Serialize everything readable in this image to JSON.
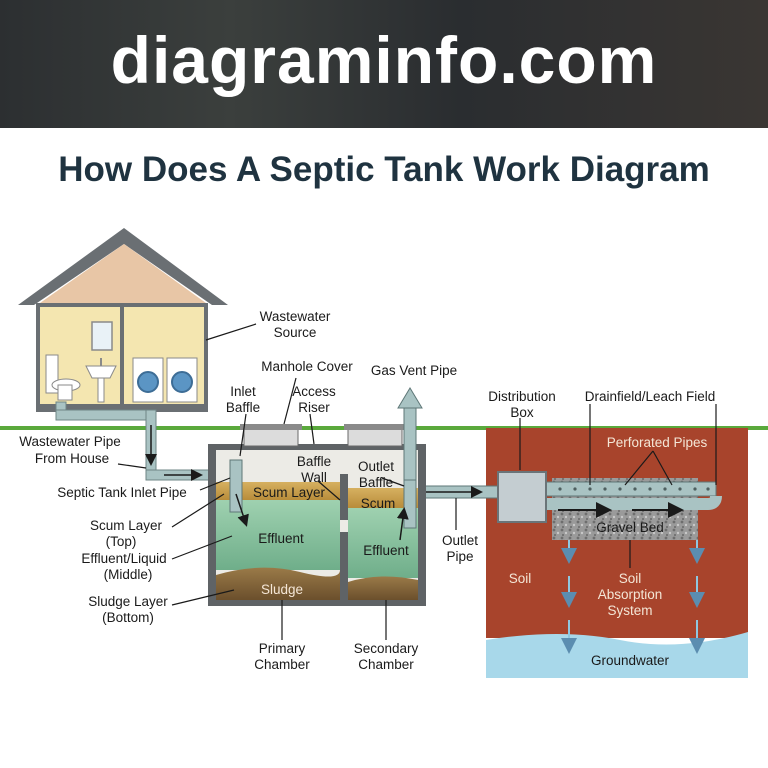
{
  "banner": {
    "site": "diagraminfo.com"
  },
  "title": "How Does A Septic Tank Work Diagram",
  "labels": {
    "wastewater_source": [
      "Wastewater",
      "Source"
    ],
    "manhole_cover": "Manhole Cover",
    "gas_vent_pipe": "Gas Vent Pipe",
    "inlet_baffle": [
      "Inlet",
      "Baffle"
    ],
    "access_riser": [
      "Access",
      "Riser"
    ],
    "distribution_box": [
      "Distribution",
      "Box"
    ],
    "drainfield": "Drainfield/Leach Field",
    "wastewater_pipe": [
      "Wastewater Pipe",
      "From House"
    ],
    "baffle_wall": [
      "Baffle",
      "Wall"
    ],
    "outlet_baffle": [
      "Outlet",
      "Baffle"
    ],
    "perforated_pipes": "Perforated Pipes",
    "septic_inlet_pipe": "Septic Tank Inlet Pipe",
    "scum_layer_tank": "Scum Layer",
    "scum_secondary": "Scum",
    "gravel_bed": "Gravel Bed",
    "scum_layer_side": [
      "Scum Layer",
      "(Top)"
    ],
    "effluent_primary": "Effluent",
    "effluent_secondary": "Effluent",
    "outlet_pipe": [
      "Outlet",
      "Pipe"
    ],
    "effluent_side": [
      "Effluent/Liquid",
      "(Middle)"
    ],
    "soil": "Soil",
    "soil_absorption": [
      "Soil",
      "Absorption",
      "System"
    ],
    "sludge_tank": "Sludge",
    "sludge_side": [
      "Sludge Layer",
      "(Bottom)"
    ],
    "groundwater": "Groundwater",
    "primary_chamber": [
      "Primary",
      "Chamber"
    ],
    "secondary_chamber": [
      "Secondary",
      "Chamber"
    ]
  },
  "colors": {
    "ground_line": "#5aa93c",
    "soil": "#a8442c",
    "groundwater": "#a8d8ea",
    "scum": "#c9a24a",
    "effluent": "#7fbf99",
    "sludge": "#8a6a3c",
    "pipe": "#a9c3c3"
  }
}
